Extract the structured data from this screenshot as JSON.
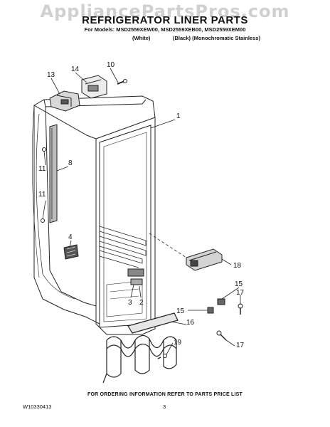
{
  "watermark": "AppliancePartsPros.com",
  "header": {
    "title": "REFRIGERATOR LINER PARTS",
    "models": "For Models: MSD2559XEW00, MSD2559XEB00, MSD2559XEM00",
    "variant_white": "(White)",
    "variant_black": "(Black) (Monochromatic Stainless)"
  },
  "callouts": [
    "13",
    "14",
    "10",
    "1",
    "11",
    "8",
    "11",
    "4",
    "18",
    "3",
    "2",
    "15",
    "17",
    "15",
    "16",
    "19",
    "17"
  ],
  "footer": {
    "ordering_note": "FOR ORDERING INFORMATION REFER TO PARTS PRICE LIST",
    "doc_number": "W10330413",
    "page_number": "3"
  }
}
